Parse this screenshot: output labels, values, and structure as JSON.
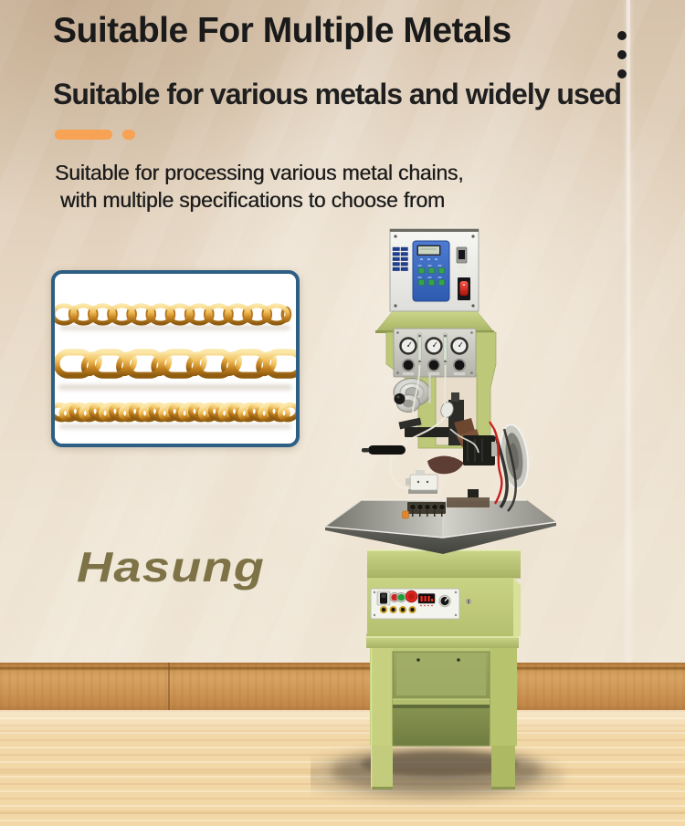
{
  "header": {
    "heading": "Suitable For Multiple Metals",
    "subheading": "Suitable for various metals and widely used",
    "description_line1": "Suitable for processing various metal chains,",
    "description_line2": "with multiple specifications to choose from"
  },
  "brand": {
    "name": "Hasung"
  },
  "colors": {
    "accent_orange": "#F7A254",
    "heading_text": "#1A1A1A",
    "brand_olive": "#7D7347",
    "inset_border": "#2D5F84",
    "machine_green": "#C3CD7D",
    "chain_gold": "#D99B3C",
    "wall_beige": "#E3D3BF",
    "baseboard_wood": "#CD9453",
    "floor_wood": "#F2D7A7"
  },
  "icons": {
    "menu_dots": "vertical-ellipsis-decoration",
    "chain_samples": "three-gold-chain-styles",
    "machine_photo": "chain-making-machine"
  }
}
